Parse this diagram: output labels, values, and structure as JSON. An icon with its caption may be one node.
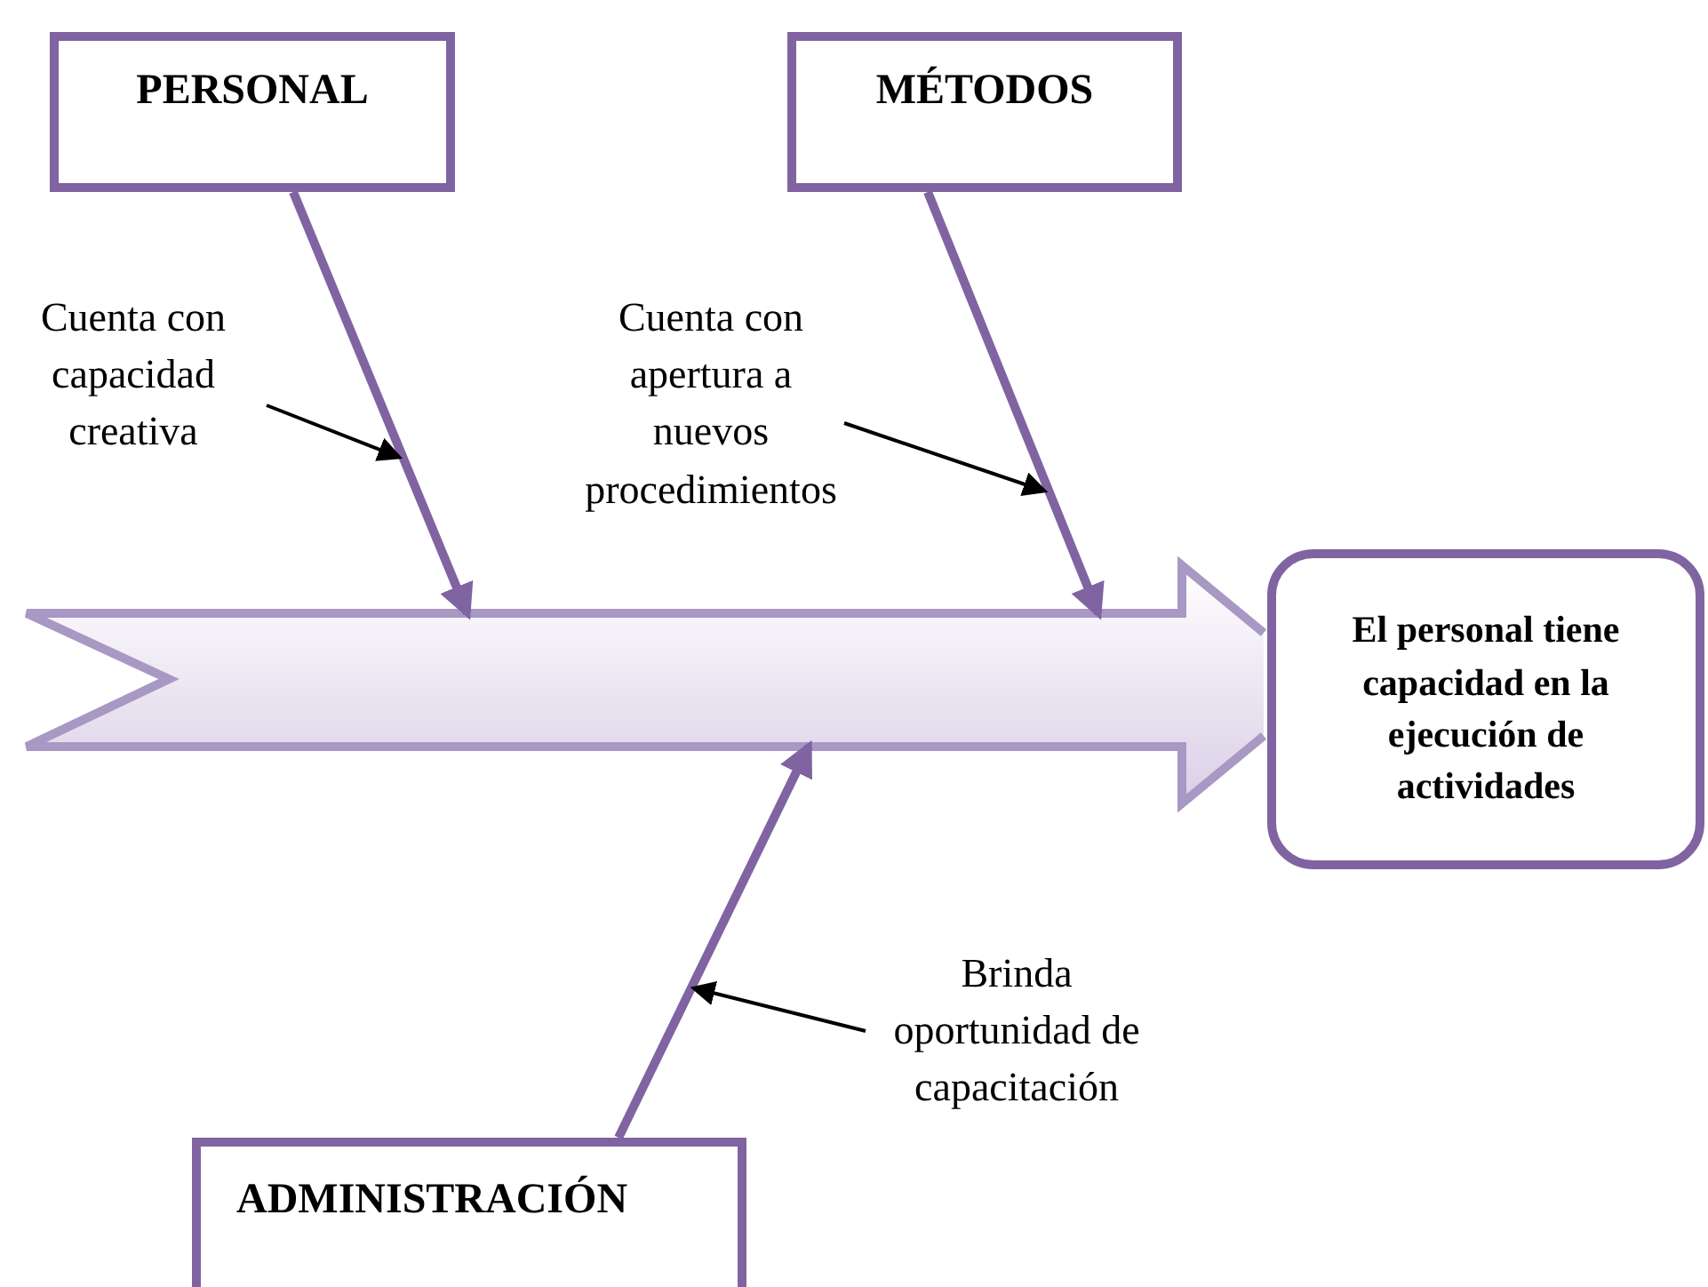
{
  "diagram": {
    "nodes": [
      {
        "text": [
          "PERSONAL"
        ]
      },
      {
        "text": [
          "MÉTODOS"
        ]
      },
      {
        "text": [],
        "shape": "arrow"
      },
      {
        "text": [
          "El personal tiene capacidad en la ejecución de actividades"
        ]
      },
      {
        "text": [
          "ADMINISTRACIÓN"
        ]
      },
      {
        "text": [
          "Cuenta con capacidad creativa"
        ]
      },
      {
        "text": [
          "Cuenta  con apertura a nuevos procedimientos"
        ]
      },
      {
        "text": [
          "Brinda oportunidad de capacitación"
        ]
      }
    ],
    "edges": [
      {
        "from": 0,
        "to": 2,
        "arrow": "to",
        "style": "thick",
        "color": "#8064a2"
      },
      {
        "from": 1,
        "to": 2,
        "arrow": "to",
        "style": "thick",
        "color": "#8064a2"
      },
      {
        "from": 4,
        "to": 2,
        "arrow": "to",
        "style": "thick",
        "color": "#8064a2"
      },
      {
        "from": 5,
        "to": null,
        "arrow": "to",
        "color": "#000000"
      },
      {
        "from": 6,
        "to": null,
        "arrow": "to",
        "color": "#000000"
      },
      {
        "from": 7,
        "to": null,
        "arrow": "to",
        "color": "#000000"
      }
    ]
  }
}
